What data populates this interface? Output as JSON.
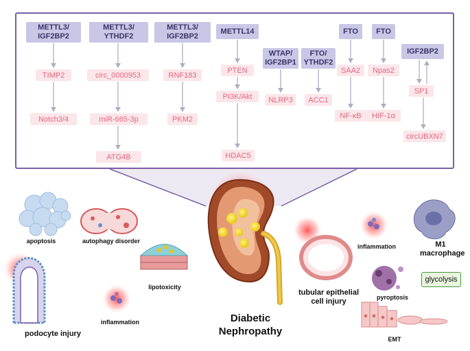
{
  "pathways": {
    "p1": {
      "top": "METTL3/ IGF2BP2",
      "n1": "TIMP2",
      "n2": "Notch3/4"
    },
    "p2": {
      "top": "METTL3/ YTHDF2",
      "n1": "circ_0000953",
      "n2": "miR-665-3p",
      "n3": "ATG4B"
    },
    "p3": {
      "top": "METTL3/ IGF2BP2",
      "n1": "RNF183",
      "n2": "PKM2"
    },
    "p4": {
      "top": "METTL14",
      "n1": "PTEN",
      "n2": "PI3K/Akt",
      "n3": "HDAC5"
    },
    "p5": {
      "top": "WTAP/ IGF2BP1",
      "n1": "NLRP3"
    },
    "p6": {
      "top": "FTO/ YTHDF2",
      "n1": "ACC1"
    },
    "p7": {
      "top": "FTO",
      "n1": "SAA2",
      "n2": "NF-κB"
    },
    "p8": {
      "top": "FTO",
      "n1": "Npas2",
      "n2": "HIF-1α"
    },
    "p9": {
      "top": "IGF2BP2",
      "n1": "SP1",
      "n2": "circUBXN7"
    }
  },
  "labels": {
    "apoptosis": "apoptosis",
    "autophagy": "autophagy disorder",
    "lipotoxicity": "lipotoxicity",
    "inflammation_left": "inflammation",
    "podocyte": "podocyte injury",
    "title": "Diabetic Nephropathy",
    "tubular": "tubular epithelial cell injury",
    "inflammation_right": "inflammation",
    "macrophage": "M1 macrophage",
    "glycolysis": "glycolysis",
    "pyroptosis": "pyroptosis",
    "emt": "EMT"
  },
  "colors": {
    "frame": "#7b5ea7",
    "top_box": "#c9c6e6",
    "target_box": "#fbe6ea",
    "target_text": "#e2687d",
    "glycolysis_border": "#4a9a3c"
  }
}
